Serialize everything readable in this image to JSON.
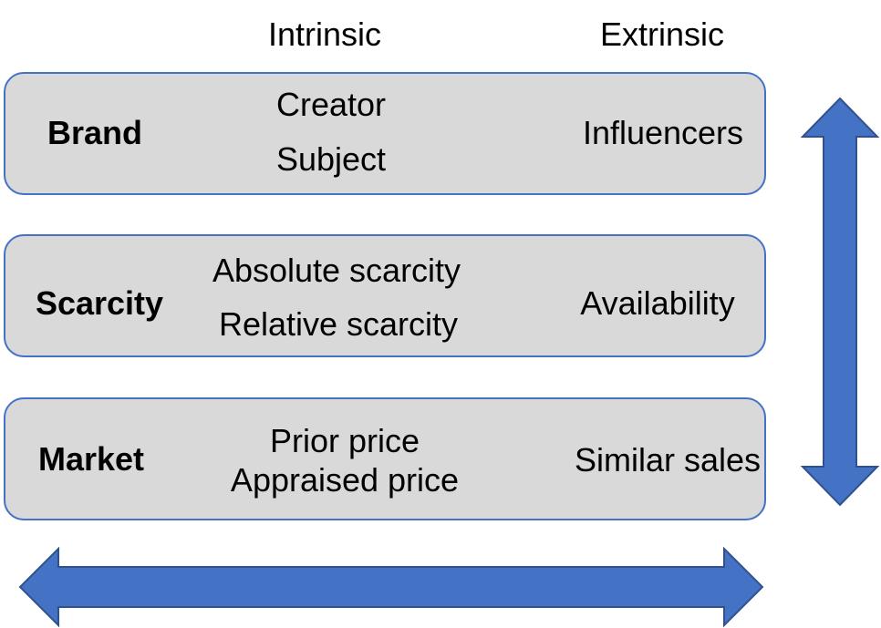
{
  "columns": {
    "intrinsic": "Intrinsic",
    "extrinsic": "Extrinsic"
  },
  "rows": [
    {
      "label": "Brand",
      "intrinsic": [
        "Creator",
        "Subject"
      ],
      "extrinsic": "Influencers"
    },
    {
      "label": "Scarcity",
      "intrinsic": [
        "Absolute scarcity",
        "Relative scarcity"
      ],
      "extrinsic": "Availability"
    },
    {
      "label": "Market",
      "intrinsic": [
        "Prior price",
        "Appraised price"
      ],
      "extrinsic": "Similar sales"
    }
  ],
  "colors": {
    "box_fill": "#d9d9d9",
    "box_border": "#4472c4",
    "arrow_fill": "#4472c4"
  },
  "arrows": {
    "horizontal": "double-headed-left-right",
    "vertical": "double-headed-up-down"
  }
}
